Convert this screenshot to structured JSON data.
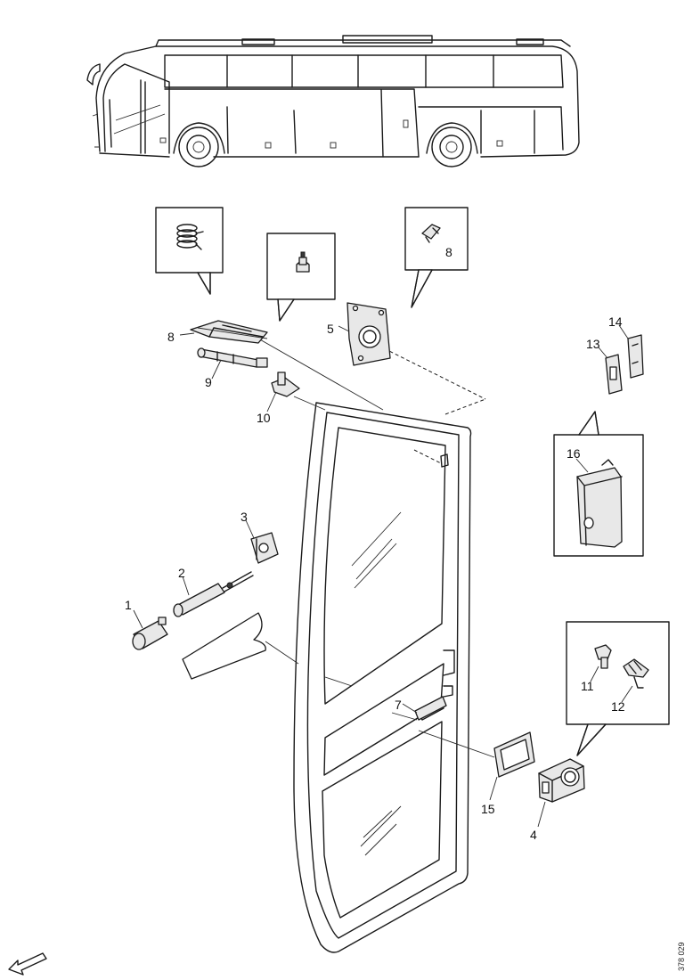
{
  "callouts": {
    "c1": "1",
    "c2": "2",
    "c3": "3",
    "c4": "4",
    "c5": "5",
    "c7": "7",
    "c8": "8",
    "c8b": "8",
    "c9": "9",
    "c10": "10",
    "c11": "11",
    "c12": "12",
    "c13": "13",
    "c14": "14",
    "c15": "15",
    "c16": "16"
  },
  "reference_code": "378 029",
  "icons": {
    "direction": "forward-arrow-icon"
  }
}
